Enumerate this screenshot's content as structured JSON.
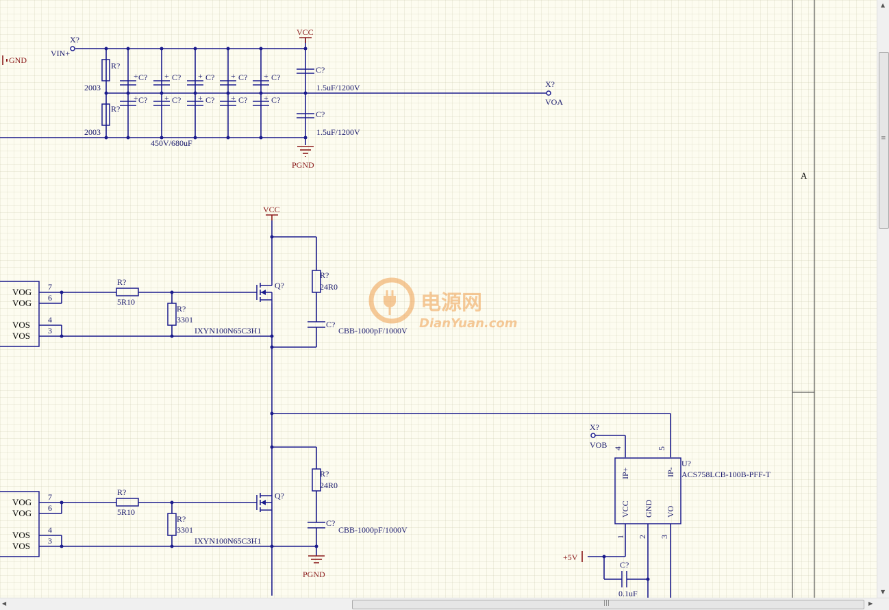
{
  "labels": {
    "gnd": "GND",
    "vin": "VIN+",
    "x": "X?",
    "vcc": "VCC",
    "pgnd": "PGND",
    "r": "R?",
    "c": "C?",
    "q": "Q?",
    "u": "U?",
    "r2003": "2003",
    "cap_bank": "450V/680uF",
    "film": "1.5uF/1200V",
    "voa": "VOA",
    "vob": "VOB",
    "vog": "VOG",
    "vos": "VOS",
    "p7": "7",
    "p6": "6",
    "p4": "4",
    "p3": "3",
    "p5": "5",
    "p1": "1",
    "p2": "2",
    "rg": "5R10",
    "rgs": "3301",
    "rsn": "24R0",
    "csn": "CBB-1000pF/1000V",
    "mosfet": "IXYN100N65C3H1",
    "sensor": "ACS758LCB-100B-PFF-T",
    "ipp": "IP+",
    "ipm": "IP-",
    "vcc_pin": "VCC",
    "gnd_pin": "GND",
    "vo_pin": "VO",
    "p5v": "+5V",
    "c01": "0.1uF",
    "zone": "A"
  },
  "watermark": {
    "cn": "电源网",
    "en": "DianYuan.com"
  },
  "colors": {
    "wire": "#1a1a8c",
    "power": "#8b1a1a",
    "sheet": "#fdfcf0",
    "watermark": "#f0a050"
  }
}
